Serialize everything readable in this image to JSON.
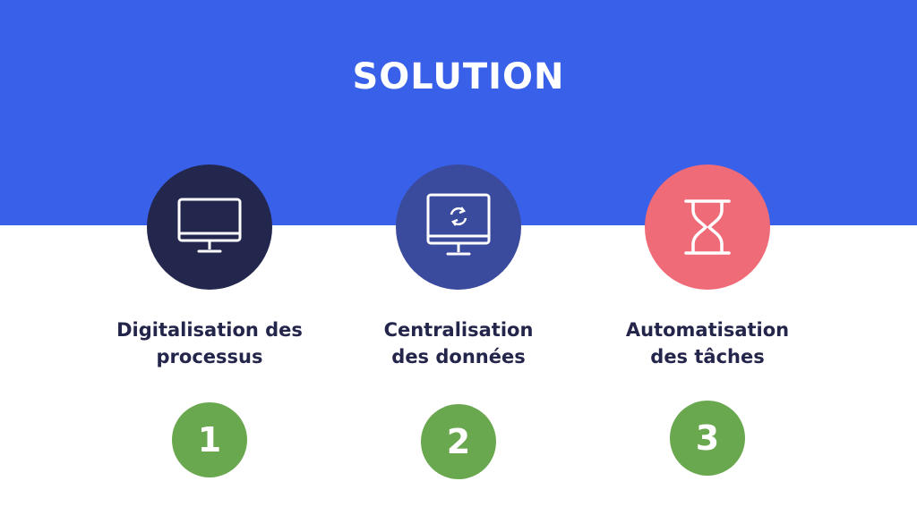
{
  "slide": {
    "title": "SOLUTION",
    "colors": {
      "header_band": "#3860e8",
      "background": "#ffffff",
      "text_dark": "#24254a",
      "badge": "#6aa84f"
    }
  },
  "items": [
    {
      "label_line1": "Digitalisation des",
      "label_line2": "processus",
      "step": "1",
      "icon": "monitor-icon",
      "circle_color": "#23274d"
    },
    {
      "label_line1": "Centralisation",
      "label_line2": "des données",
      "step": "2",
      "icon": "monitor-sync-icon",
      "circle_color": "#3a4a9c"
    },
    {
      "label_line1": "Automatisation",
      "label_line2": "des tâches",
      "step": "3",
      "icon": "hourglass-icon",
      "circle_color": "#f06b78"
    }
  ]
}
